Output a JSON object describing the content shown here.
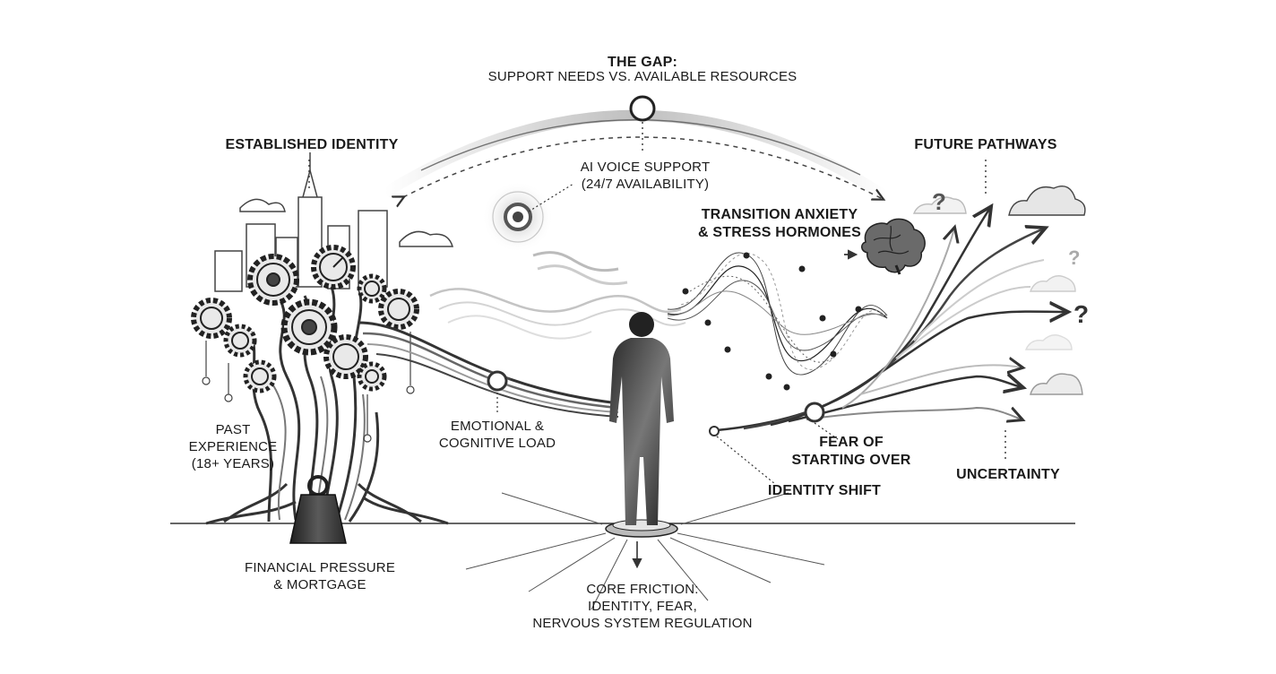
{
  "gap": {
    "line1": "THE GAP:",
    "line2": "SUPPORT NEEDS VS. AVAILABLE RESOURCES"
  },
  "established_identity": "ESTABLISHED IDENTITY",
  "ai_voice": {
    "line1": "AI VOICE SUPPORT",
    "line2": "(24/7 AVAILABILITY)"
  },
  "transition": {
    "line1": "TRANSITION ANXIETY",
    "line2": "& STRESS HORMONES"
  },
  "future_pathways": "FUTURE PATHWAYS",
  "past_experience": {
    "line1": "PAST",
    "line2": "EXPERIENCE",
    "line3": "(18+ YEARS)"
  },
  "emotional_load": {
    "line1": "EMOTIONAL &",
    "line2": "COGNITIVE LOAD"
  },
  "fear": {
    "line1": "FEAR OF",
    "line2": "STARTING OVER"
  },
  "identity_shift": "IDENTITY SHIFT",
  "uncertainty": "UNCERTAINTY",
  "financial": {
    "line1": "FINANCIAL PRESSURE",
    "line2": "& MORTGAGE"
  },
  "core_friction": {
    "line1": "CORE FRICTION:",
    "line2": "IDENTITY, FEAR,",
    "line3": "NERVOUS SYSTEM REGULATION"
  },
  "question_marks": [
    "?",
    "?",
    "?"
  ],
  "colors": {
    "ink": "#1a1a1a",
    "mid": "#6b6b6b",
    "light": "#bdbdbd",
    "background": "#ffffff"
  }
}
